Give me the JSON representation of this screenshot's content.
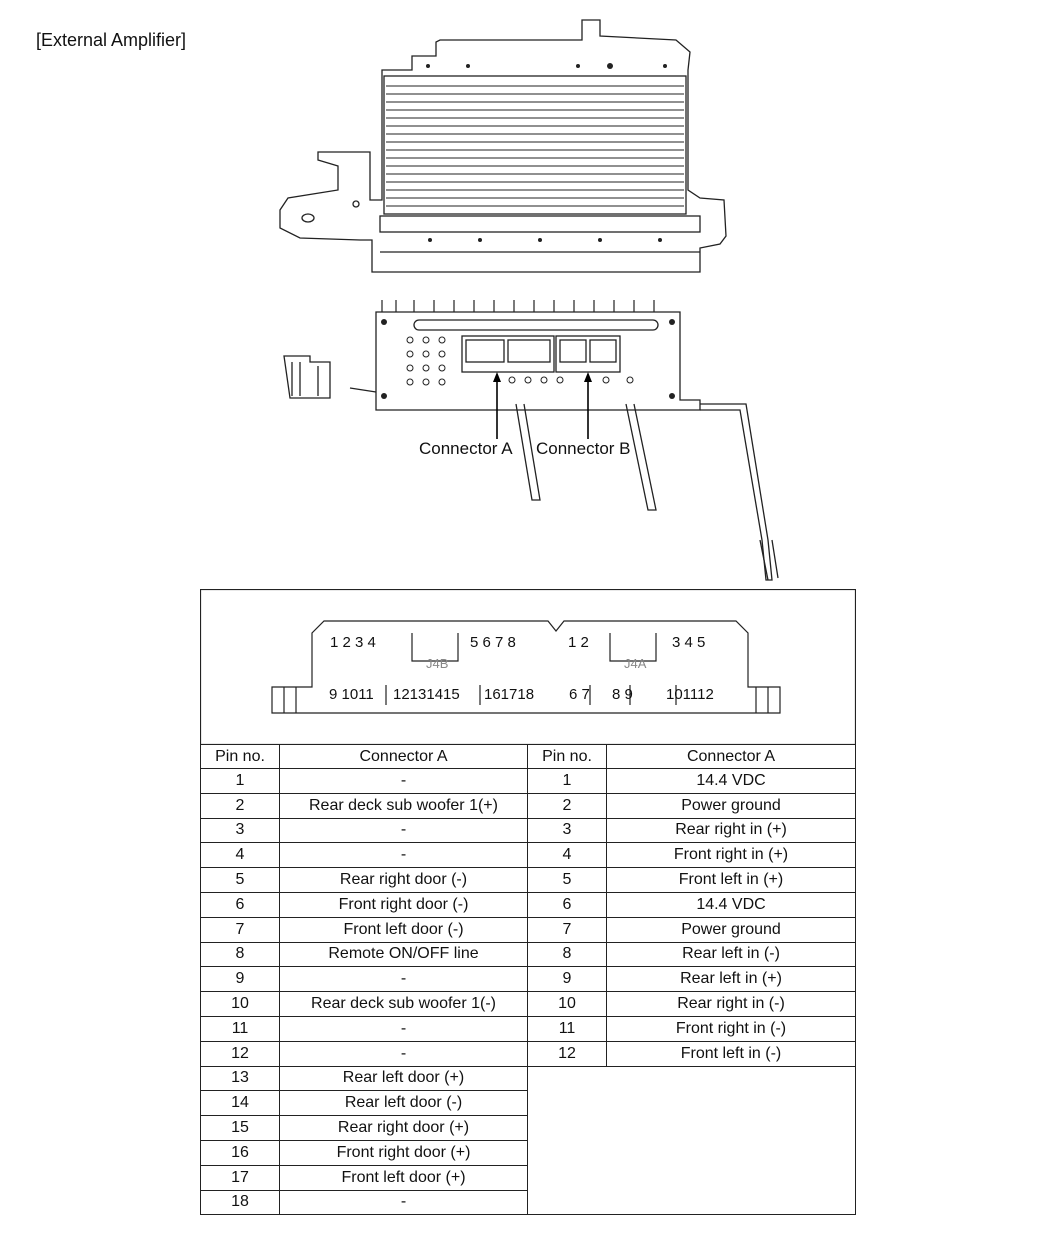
{
  "title": "[External Amplifier]",
  "connector_labels": {
    "a": "Connector A",
    "b": "Connector B"
  },
  "connector_face": {
    "j4b_top_left": "1 2 3 4",
    "j4b_top_right": "5 6 7 8",
    "j4b_bottom": [
      "9 1011",
      "12131415",
      "161718"
    ],
    "j4b_label": "J4B",
    "j4a_top_left": "1 2",
    "j4a_top_right": "3 4 5",
    "j4a_bottom": [
      "6 7",
      "8 9",
      "101112"
    ],
    "j4a_label": "J4A"
  },
  "table": {
    "headers": [
      "Pin no.",
      "Connector A",
      "Pin no.",
      "Connector A"
    ],
    "left": [
      {
        "pin": "1",
        "signal": "-"
      },
      {
        "pin": "2",
        "signal": "Rear deck sub woofer 1(+)"
      },
      {
        "pin": "3",
        "signal": "-"
      },
      {
        "pin": "4",
        "signal": "-"
      },
      {
        "pin": "5",
        "signal": "Rear right door (-)"
      },
      {
        "pin": "6",
        "signal": "Front right door (-)"
      },
      {
        "pin": "7",
        "signal": "Front left door (-)"
      },
      {
        "pin": "8",
        "signal": "Remote ON/OFF line"
      },
      {
        "pin": "9",
        "signal": "-"
      },
      {
        "pin": "10",
        "signal": "Rear deck sub woofer 1(-)"
      },
      {
        "pin": "11",
        "signal": "-"
      },
      {
        "pin": "12",
        "signal": "-"
      },
      {
        "pin": "13",
        "signal": "Rear left door (+)"
      },
      {
        "pin": "14",
        "signal": "Rear left door (-)"
      },
      {
        "pin": "15",
        "signal": "Rear right door (+)"
      },
      {
        "pin": "16",
        "signal": "Front right door (+)"
      },
      {
        "pin": "17",
        "signal": "Front left door (+)"
      },
      {
        "pin": "18",
        "signal": "-"
      }
    ],
    "right": [
      {
        "pin": "1",
        "signal": "14.4 VDC"
      },
      {
        "pin": "2",
        "signal": "Power ground"
      },
      {
        "pin": "3",
        "signal": "Rear right in (+)"
      },
      {
        "pin": "4",
        "signal": "Front right in (+)"
      },
      {
        "pin": "5",
        "signal": "Front left in (+)"
      },
      {
        "pin": "6",
        "signal": "14.4 VDC"
      },
      {
        "pin": "7",
        "signal": "Power ground"
      },
      {
        "pin": "8",
        "signal": "Rear left in (-)"
      },
      {
        "pin": "9",
        "signal": "Rear left in (+)"
      },
      {
        "pin": "10",
        "signal": "Rear right in (-)"
      },
      {
        "pin": "11",
        "signal": "Front right in (-)"
      },
      {
        "pin": "12",
        "signal": "Front left in (-)"
      }
    ]
  }
}
